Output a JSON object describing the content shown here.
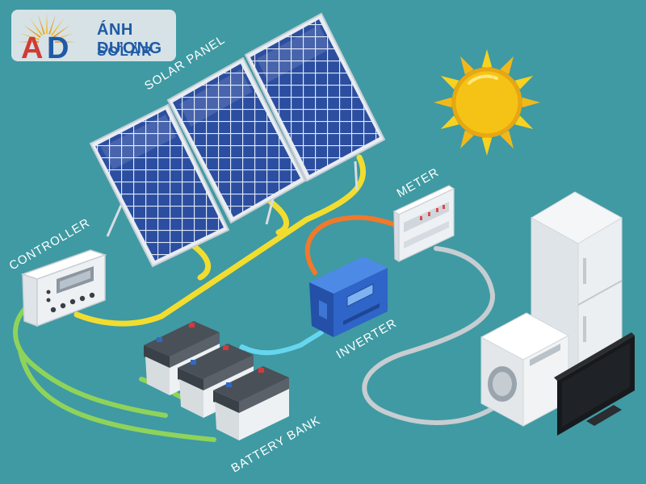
{
  "logo": {
    "brand": "ÁNH DƯƠNG",
    "subtitle": "SOLAR",
    "monogram": "AD"
  },
  "labels": {
    "solar_panel": "SOLAR PANEL",
    "controller": "CONTROLLER",
    "meter": "METER",
    "inverter": "INVERTER",
    "battery_bank": "BATTERY BANK"
  },
  "icons": [
    "sun-icon",
    "solar-panel-icon",
    "controller-icon",
    "meter-icon",
    "inverter-icon",
    "battery-icon",
    "refrigerator-icon",
    "washing-machine-icon",
    "tv-icon"
  ],
  "colors": {
    "background": "#3f9aa3",
    "panel_wire": "#f2dd2f",
    "battery_wire": "#8fd35a",
    "inverter_wire": "#66d6ee",
    "meter_wire": "#f0792b",
    "load_wire": "#c7cdd1",
    "panel_cell": "#2c4ea0",
    "inverter_body": "#2f64c8",
    "sun": "#f5c316"
  }
}
